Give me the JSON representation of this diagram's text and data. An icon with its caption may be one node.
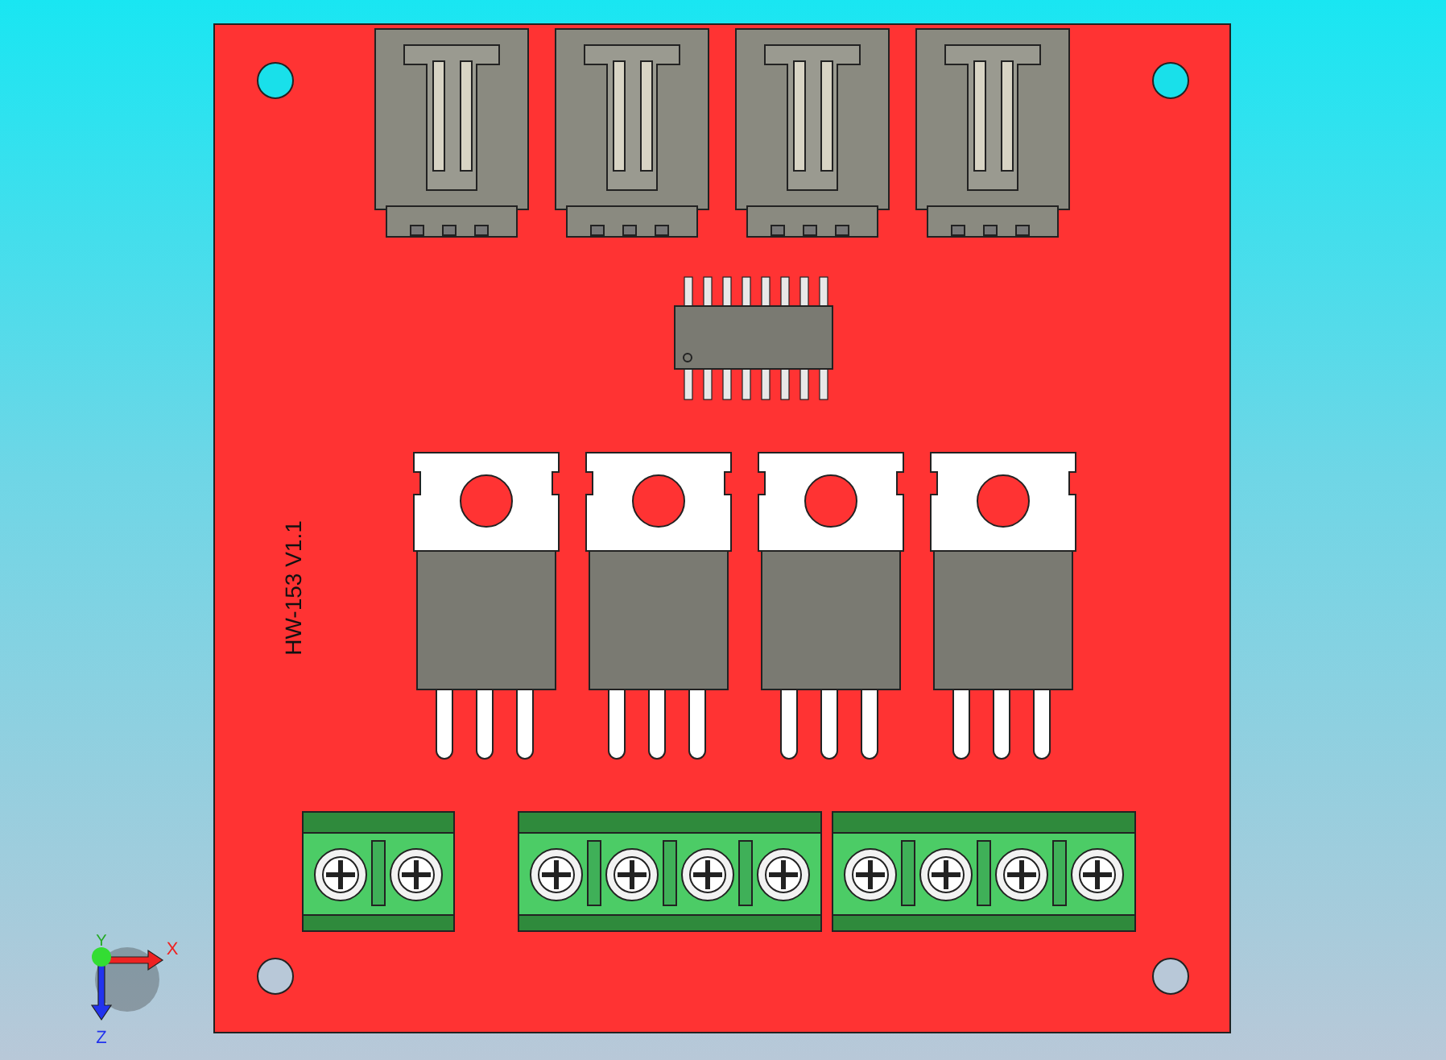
{
  "diagram": {
    "labels": [
      "HW-153 V1.1",
      "Y",
      "X",
      "Z"
    ]
  }
}
